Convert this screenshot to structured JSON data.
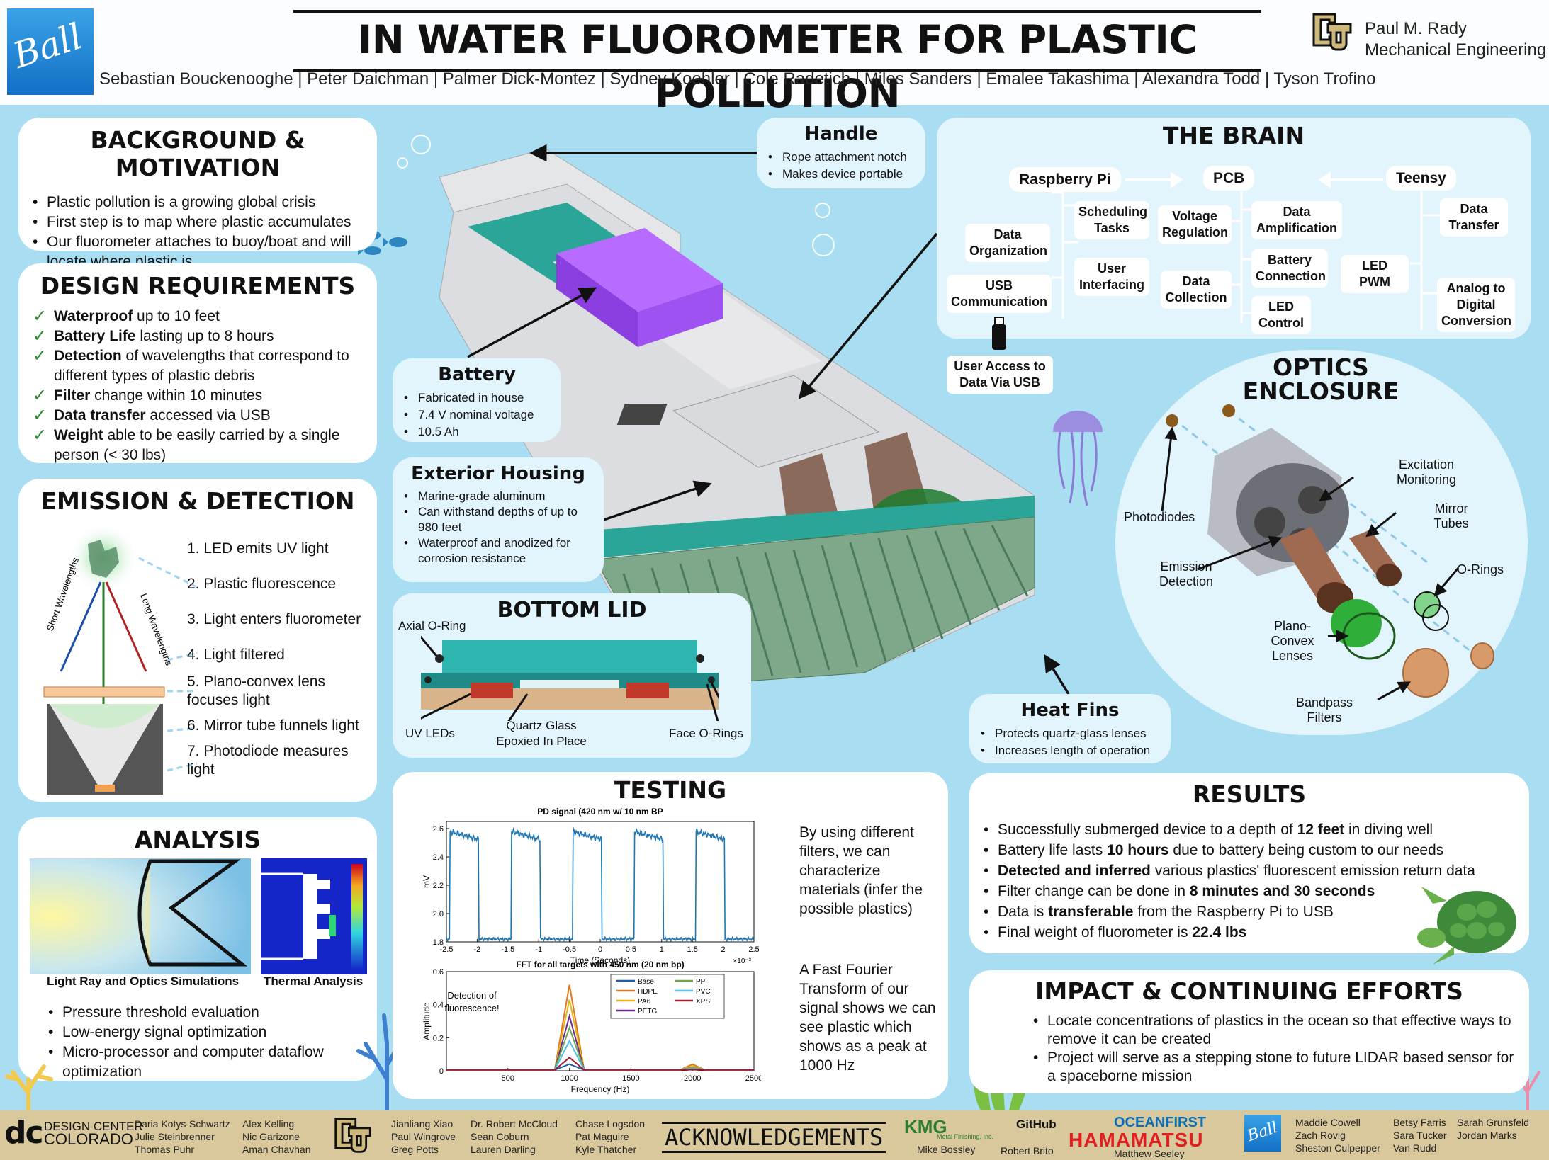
{
  "header": {
    "title": "IN WATER FLUOROMETER FOR PLASTIC POLLUTION",
    "authors": "Sebastian Bouckenooghe | Peter Daichman | Palmer Dick-Montez | Sydney Koehler | Cole Radetich | Miles Sanders | Emalee Takashima | Alexandra Todd | Tyson Trofino",
    "logo_text": "Ball",
    "dept_line1": "Paul M. Rady",
    "dept_line2": "Mechanical Engineering"
  },
  "background": {
    "title": "BACKGROUND & MOTIVATION",
    "items": [
      "Plastic pollution is a growing global crisis",
      "First step is to map where plastic accumulates",
      "Our fluorometer attaches to buoy/boat and will locate where plastic is"
    ]
  },
  "requirements": {
    "title": "DESIGN REQUIREMENTS",
    "items": [
      {
        "bold": "Waterproof",
        "rest": " up to 10 feet"
      },
      {
        "bold": "Battery Life",
        "rest": " lasting up to 8 hours"
      },
      {
        "bold": "Detection",
        "rest": " of wavelengths that correspond to different types of plastic debris"
      },
      {
        "bold": "Filter",
        "rest": " change within 10 minutes"
      },
      {
        "bold": "Data transfer",
        "rest": " accessed via USB"
      },
      {
        "bold": "Weight",
        "rest": " able to be easily carried by a single person (< 30 lbs)"
      }
    ]
  },
  "emission": {
    "title": "EMISSION & DETECTION",
    "short_label": "Short Wavelengths",
    "long_label": "Long Wavelengths",
    "steps": [
      "1. LED emits UV light",
      "2. Plastic fluorescence",
      "3. Light enters fluorometer",
      "4. Light filtered",
      "5. Plano-convex lens focuses light",
      "6. Mirror tube funnels light",
      "7. Photodiode measures light"
    ]
  },
  "analysis": {
    "title": "ANALYSIS",
    "caption_left": "Light Ray and Optics Simulations",
    "caption_right": "Thermal Analysis",
    "items": [
      "Pressure threshold evaluation",
      "Low-energy signal optimization",
      "Micro-processor and computer dataflow optimization"
    ]
  },
  "handle": {
    "title": "Handle",
    "items": [
      "Rope attachment notch",
      "Makes device portable"
    ]
  },
  "battery": {
    "title": "Battery",
    "items": [
      "Fabricated in house",
      "7.4 V nominal voltage",
      "10.5 Ah"
    ]
  },
  "exterior": {
    "title": "Exterior Housing",
    "items": [
      "Marine-grade aluminum",
      "Can withstand depths of up to 980 feet",
      "Waterproof and anodized for corrosion resistance"
    ]
  },
  "lid": {
    "title": "BOTTOM LID",
    "axial": "Axial O-Ring",
    "uv": "UV LEDs",
    "quartz1": "Quartz Glass",
    "quartz2": "Epoxied In Place",
    "face": "Face O-Rings"
  },
  "heat": {
    "title": "Heat Fins",
    "items": [
      "Protects quartz-glass lenses",
      "Increases length of operation"
    ]
  },
  "brain": {
    "title": "THE BRAIN",
    "rpi": "Raspberry Pi",
    "pcb": "PCB",
    "teensy": "Teensy",
    "data_org": "Data Organization",
    "sched": "Scheduling Tasks",
    "user_int": "User Interfacing",
    "usb_comm": "USB Communication",
    "voltage": "Voltage Regulation",
    "data_coll": "Data Collection",
    "data_amp": "Data Amplification",
    "batt_conn": "Battery Connection",
    "led_ctrl": "LED Control",
    "led_pwm": "LED PWM",
    "data_tx": "Data Transfer",
    "adc": "Analog to Digital Conversion",
    "user_access": "User Access to Data Via USB"
  },
  "optics": {
    "title": "OPTICS ENCLOSURE",
    "photodiodes": "Photodiodes",
    "excitation": "Excitation Monitoring",
    "mirror": "Mirror Tubes",
    "emission": "Emission Detection",
    "orings": "O-Rings",
    "lenses": "Plano-Convex Lenses",
    "filters": "Bandpass Filters"
  },
  "testing": {
    "title": "TESTING",
    "text1": "By using different filters, we can characterize materials (infer the possible plastics)",
    "text2": "A Fast Fourier Transform of our signal shows we can see plastic which shows as a peak at 1000 Hz",
    "plot1_title": "PD signal (420 nm w/ 10 nm BP",
    "plot1_xlabel": "Time (Seconds)",
    "plot1_ylabel": "mV",
    "plot1_exp": "×10⁻³",
    "plot2_title": "FFT for all targets with 450 nm (20 nm bp)",
    "plot2_xlabel": "Frequency (Hz)",
    "plot2_ylabel": "Amplitude",
    "plot2_note": "Detection of fluorescence!"
  },
  "chart_data": [
    {
      "type": "line",
      "title": "PD signal (420 nm w/ 10 nm BP",
      "xlabel": "Time (Seconds)",
      "ylabel": "mV",
      "xlim": [
        -2.5,
        2.5
      ],
      "ylim": [
        1.8,
        2.65
      ],
      "xticks": [
        -2.5,
        -2,
        -1.5,
        -1,
        -0.5,
        0,
        0.5,
        1,
        1.5,
        2,
        2.5
      ],
      "yticks": [
        1.8,
        2.0,
        2.2,
        2.4,
        2.6
      ],
      "square_wave": {
        "high": 2.58,
        "low": 1.82,
        "period": 1.0,
        "duty": 0.5,
        "first_rise": -2.5
      },
      "color": "#1f77b4"
    },
    {
      "type": "line",
      "title": "FFT for all targets with 450 nm (20 nm bp)",
      "xlabel": "Frequency (Hz)",
      "ylabel": "Amplitude",
      "xlim": [
        0,
        2500
      ],
      "ylim": [
        0,
        0.6
      ],
      "xticks": [
        500,
        1000,
        1500,
        2000,
        2500
      ],
      "yticks": [
        0,
        0.2,
        0.4,
        0.6
      ],
      "series": [
        {
          "name": "Base",
          "color": "#1f5fa8",
          "peak1000": 0.04,
          "peak2000": 0.01
        },
        {
          "name": "HDPE",
          "color": "#e0781e",
          "peak1000": 0.52,
          "peak2000": 0.04
        },
        {
          "name": "PA6",
          "color": "#e7b418",
          "peak1000": 0.43,
          "peak2000": 0.03
        },
        {
          "name": "PETG",
          "color": "#6e2a8c",
          "peak1000": 0.33,
          "peak2000": 0.02
        },
        {
          "name": "PP",
          "color": "#6aa84f",
          "peak1000": 0.26,
          "peak2000": 0.02
        },
        {
          "name": "PVC",
          "color": "#4fc3e8",
          "peak1000": 0.18,
          "peak2000": 0.015
        },
        {
          "name": "XPS",
          "color": "#a0192e",
          "peak1000": 0.08,
          "peak2000": 0.01
        }
      ]
    }
  ],
  "results": {
    "title": "RESULTS",
    "items": [
      {
        "a": "Successfully submerged device to a depth of ",
        "b": "12 feet",
        "c": " in diving well"
      },
      {
        "a": "Battery life lasts ",
        "b": "10 hours",
        "c": " due to battery being custom to our needs"
      },
      {
        "a": "",
        "b": "Detected and inferred",
        "c": "  various plastics' fluorescent emission return data"
      },
      {
        "a": "Filter change can be done in ",
        "b": "8 minutes and 30 seconds",
        "c": ""
      },
      {
        "a": "Data is ",
        "b": "transferable",
        "c": " from the Raspberry Pi to USB"
      },
      {
        "a": "Final weight of fluorometer is ",
        "b": "22.4 lbs",
        "c": ""
      }
    ]
  },
  "impact": {
    "title": "IMPACT & CONTINUING EFFORTS",
    "items": [
      "Locate concentrations of plastics in the ocean so that effective ways to remove it can be created",
      "Project will serve as a stepping stone to future LIDAR based sensor for a spaceborne mission"
    ]
  },
  "ack": {
    "title": "ACKNOWLEDGEMENTS",
    "dc_logo": "dc",
    "dc_line1": "DESIGN CENTER",
    "dc_line2": "COLORADO",
    "col1": [
      "Daria Kotys-Schwartz",
      "Julie Steinbrenner",
      "Thomas Puhr"
    ],
    "col2": [
      "Alex Kelling",
      "Nic Garizone",
      "Aman Chavhan"
    ],
    "col3": [
      "Jianliang Xiao",
      "Paul Wingrove",
      "Greg Potts"
    ],
    "col4": [
      "Dr. Robert McCloud",
      "Sean Coburn",
      "Lauren Darling"
    ],
    "col5": [
      "Chase Logsdon",
      "Pat Maguire",
      "Kyle Thatcher"
    ],
    "kmg": "KMG",
    "kmg_sub": "Metal Finishing, Inc.",
    "kmg_name": "Mike Bossley",
    "github": "GitHub",
    "github_name": "Robert Brito",
    "oceanfirst": "OCEANFIRST",
    "hamamatsu": "HAMAMATSU",
    "hamamatsu_name": "Matthew Seeley",
    "col6": [
      "Maddie Cowell",
      "Zach Rovig",
      "Sheston Culpepper"
    ],
    "col7": [
      "Betsy Farris",
      "Sara Tucker",
      "Van Rudd"
    ],
    "col8": [
      "Sarah Grunsfeld",
      "Jordan Marks"
    ]
  },
  "colors": {
    "background": "#a9def2",
    "accent_teal": "#2aa597",
    "battery_purple": "#a64dff",
    "check_green": "#2a8a2a"
  }
}
